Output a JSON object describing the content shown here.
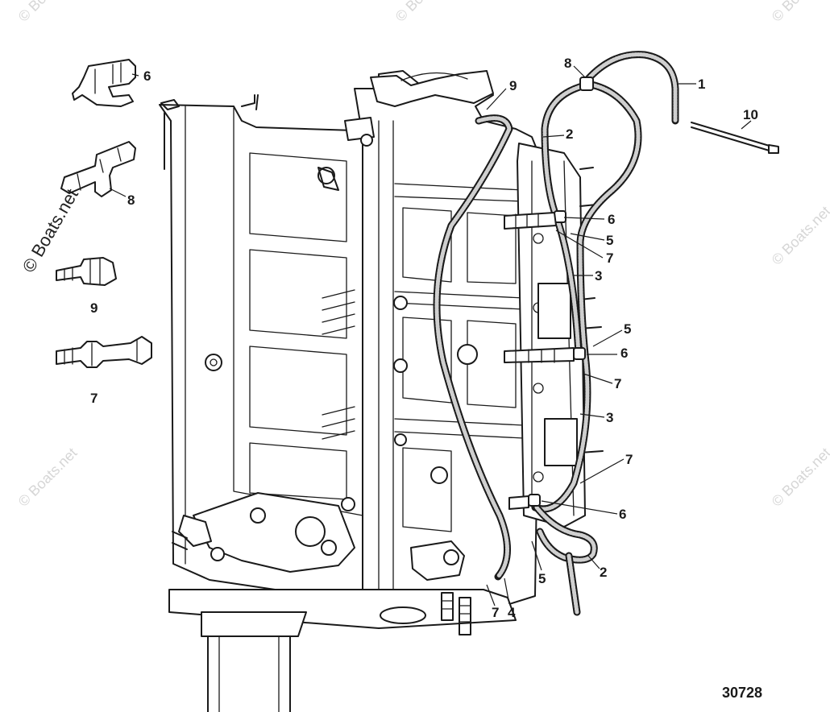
{
  "watermark": {
    "brand": "© Boats.net"
  },
  "figure_number": "30728",
  "callouts": {
    "c1": "1",
    "c2a": "2",
    "c2b": "2",
    "c3a": "3",
    "c3b": "3",
    "c4": "4",
    "c5a": "5",
    "c5b": "5",
    "c5c": "5",
    "c6a": "6",
    "c6b": "6",
    "c6c": "6",
    "c6d": "6",
    "c7a": "7",
    "c7b": "7",
    "c7c": "7",
    "c7d": "7",
    "c7e": "7",
    "c8a": "8",
    "c8b": "8",
    "c9a": "9",
    "c9b": "9",
    "c10": "10"
  }
}
